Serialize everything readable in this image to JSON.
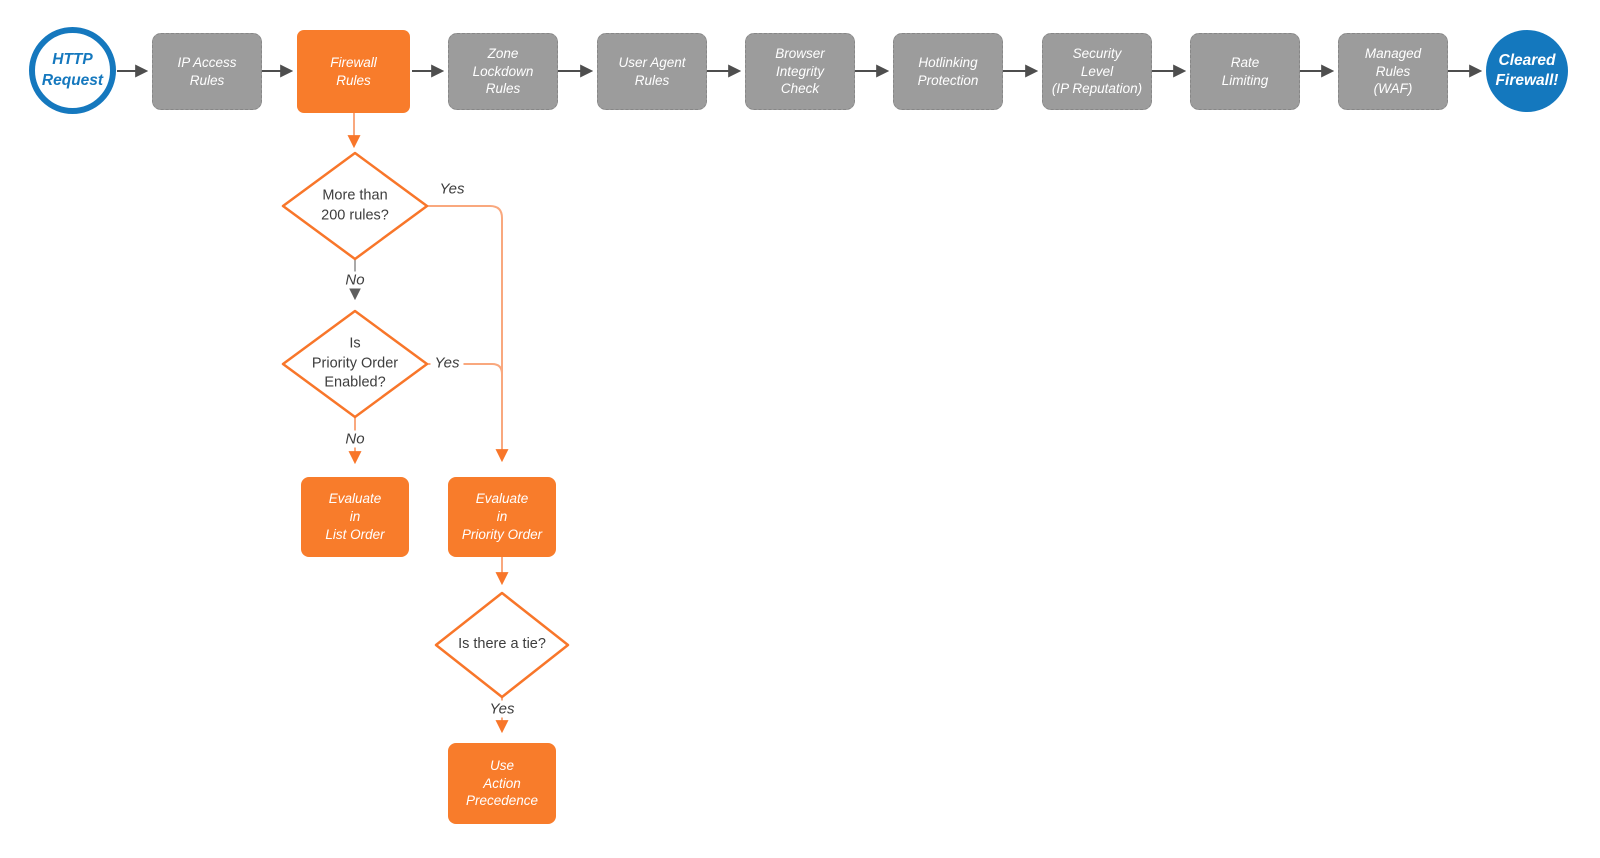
{
  "diagram_type": "flowchart",
  "colors": {
    "accent_orange": "#F87C2B",
    "light_orange_wire": "#F9A87E",
    "node_gray": "#9C9C9C",
    "node_gray_border": "#878787",
    "brand_blue": "#1578BE",
    "wire_gray": "#4E4E4E",
    "text_dark": "#3D3D3D",
    "node_text": "#FFFFFF"
  },
  "pipeline": {
    "start_label": "HTTP\nRequest",
    "stages": [
      {
        "label": "IP Access\nRules",
        "highlighted": false
      },
      {
        "label": "Firewall\nRules",
        "highlighted": true
      },
      {
        "label": "Zone\nLockdown\nRules",
        "highlighted": false
      },
      {
        "label": "User Agent\nRules",
        "highlighted": false
      },
      {
        "label": "Browser\nIntegrity\nCheck",
        "highlighted": false
      },
      {
        "label": "Hotlinking\nProtection",
        "highlighted": false
      },
      {
        "label": "Security\nLevel\n(IP Reputation)",
        "highlighted": false
      },
      {
        "label": "Rate\nLimiting",
        "highlighted": false
      },
      {
        "label": "Managed\nRules\n(WAF)",
        "highlighted": false
      }
    ],
    "end_label": "Cleared\nFirewall!"
  },
  "firewall_subflow": {
    "decision_rule_count": "More than\n200 rules?",
    "decision_priority_enabled": "Is\nPriority Order\nEnabled?",
    "decision_tie": "Is there a tie?",
    "action_list_order": "Evaluate\nin\nList Order",
    "action_priority_order": "Evaluate\nin\nPriority Order",
    "action_precedence": "Use\nAction\nPrecedence",
    "edge_labels": {
      "yes_rule_count": "Yes",
      "no_rule_count": "No",
      "yes_priority_enabled": "Yes",
      "no_priority_enabled": "No",
      "yes_tie": "Yes"
    }
  }
}
